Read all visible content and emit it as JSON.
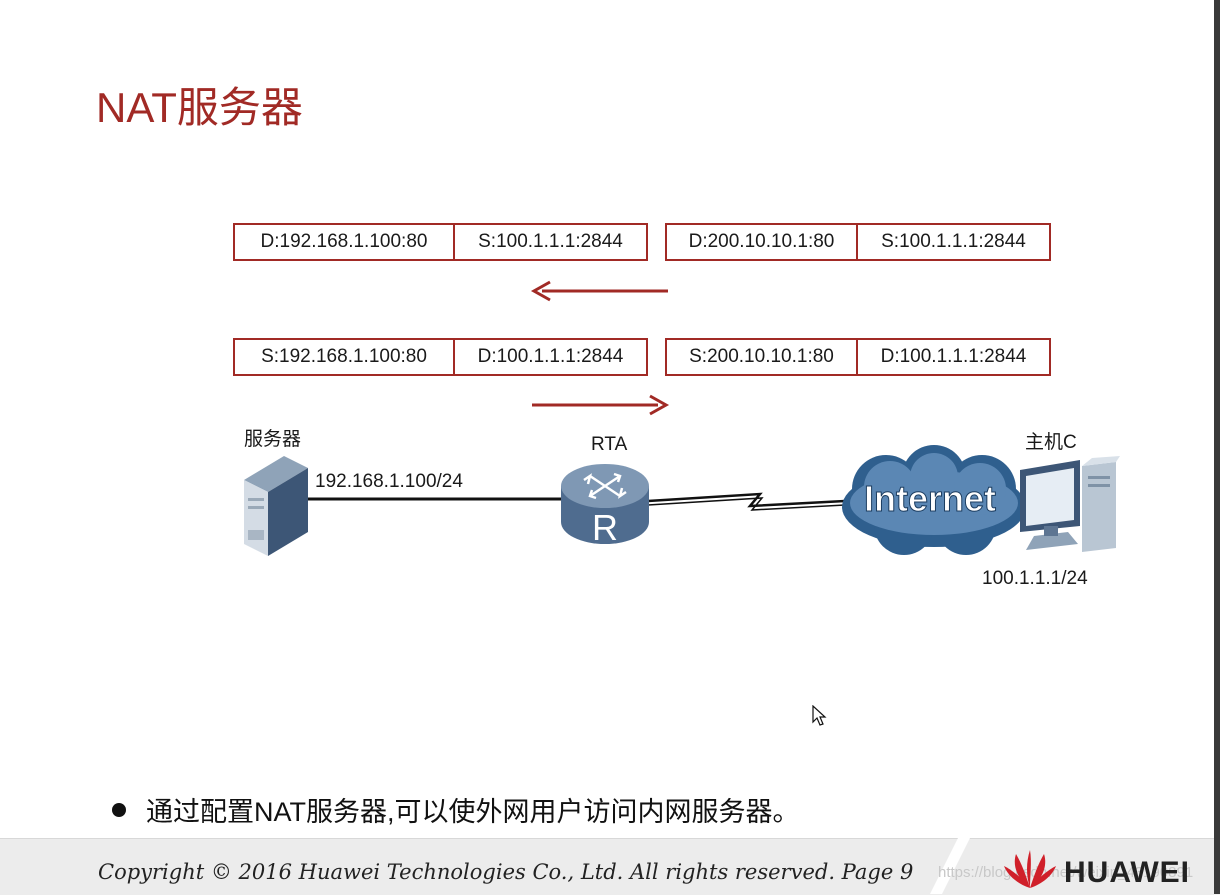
{
  "slide": {
    "title": "NAT服务器",
    "bullet": "通过配置NAT服务器,可以使外网用户访问内网服务器。"
  },
  "packets": {
    "top_inside": [
      "D:192.168.1.100:80",
      "S:100.1.1.1:2844"
    ],
    "top_outside": [
      "D:200.10.10.1:80",
      "S:100.1.1.1:2844"
    ],
    "bottom_inside": [
      "S:192.168.1.100:80",
      "D:100.1.1.1:2844"
    ],
    "bottom_outside": [
      "S:200.10.10.1:80",
      "D:100.1.1.1:2844"
    ]
  },
  "nodes": {
    "server_label": "服务器",
    "server_ip": "192.168.1.100/24",
    "router_label": "RTA",
    "router_letter": "R",
    "cloud_label": "Internet",
    "host_label": "主机C",
    "host_ip": "100.1.1.1/24"
  },
  "footer": {
    "copyright": "Copyright © 2016 Huawei Technologies Co., Ltd. All rights reserved. Page 9",
    "watermark": "https://blog.csdn.net/weixin_43190891",
    "brand": "HUAWEI"
  },
  "colors": {
    "accent": "#a12a25",
    "router": "#4f6c8f",
    "cloud": "#2f5f8e"
  }
}
